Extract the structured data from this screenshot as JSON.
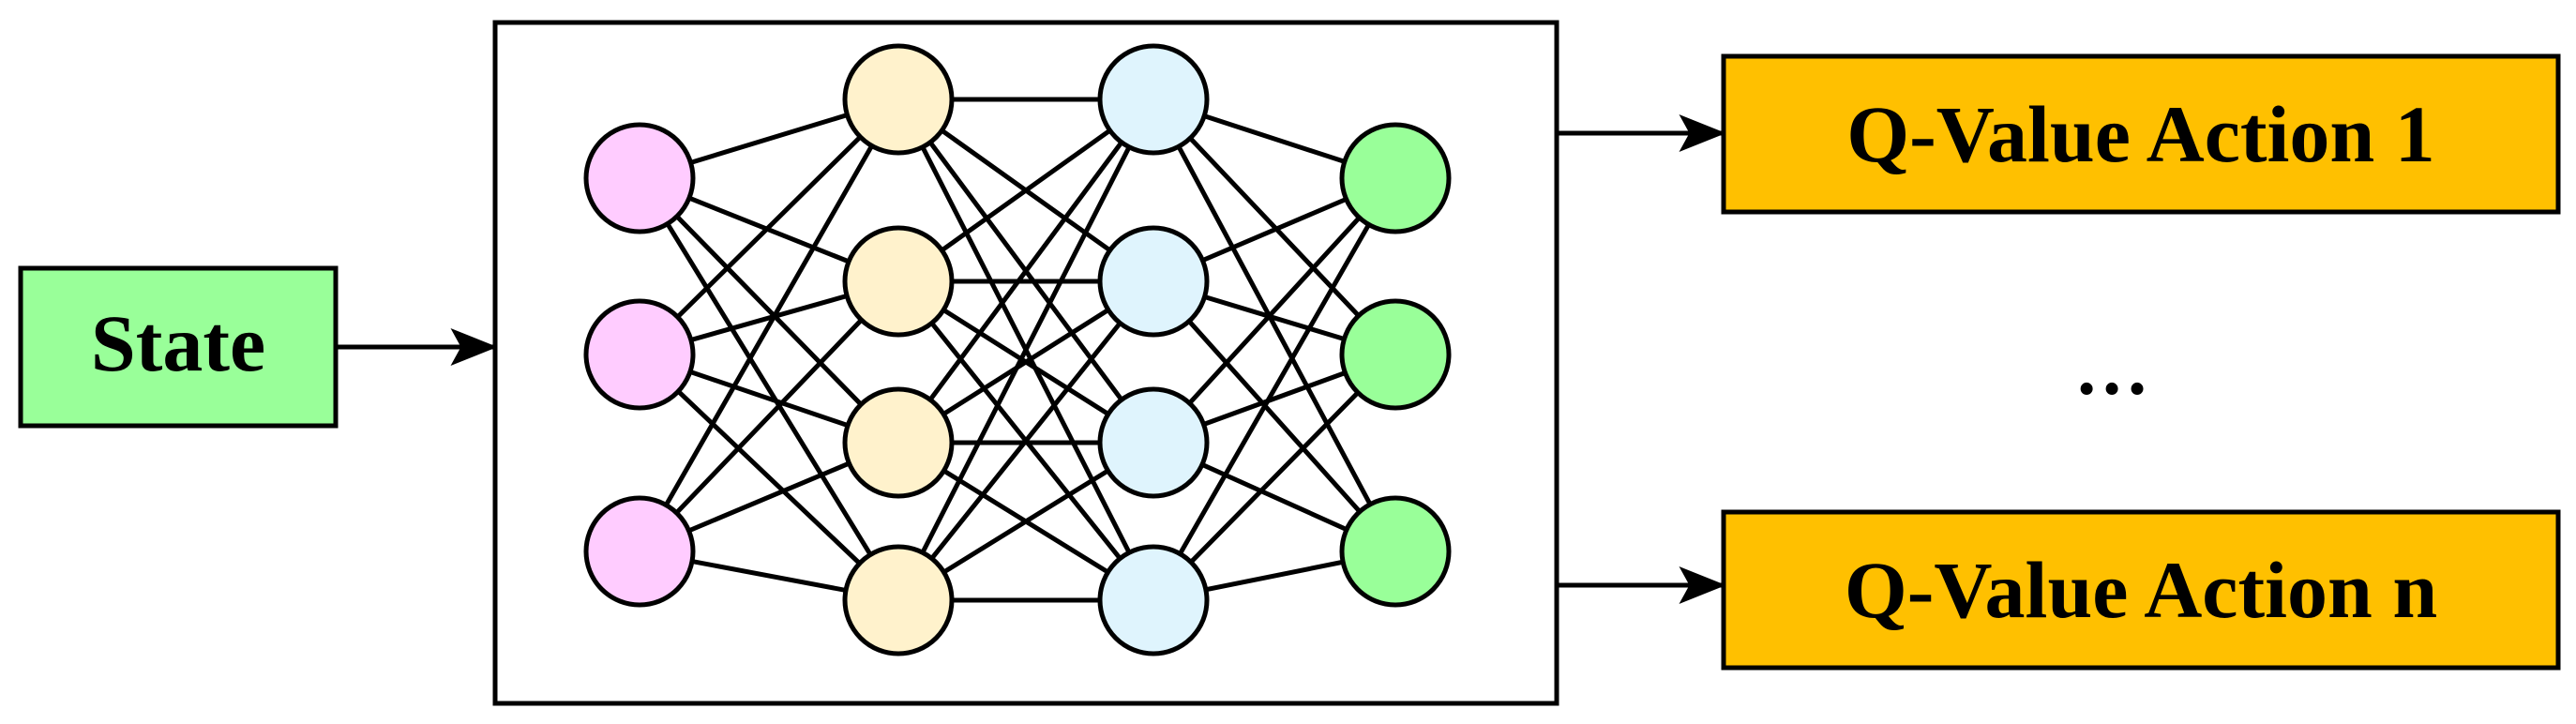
{
  "input": {
    "label": "State",
    "fill": "#99ff99"
  },
  "network": {
    "layers": [
      {
        "nodes": 3,
        "fill": "#ffccff"
      },
      {
        "nodes": 4,
        "fill": "#fff2cc"
      },
      {
        "nodes": 4,
        "fill": "#dff4fd"
      },
      {
        "nodes": 3,
        "fill": "#99ff99"
      }
    ]
  },
  "outputs": [
    {
      "label": "Q-Value Action 1",
      "fill": "#ffc000"
    },
    {
      "label": "Q-Value Action n",
      "fill": "#ffc000"
    }
  ],
  "ellipsis": "…",
  "colors": {
    "stroke": "#000000",
    "background": "#ffffff"
  }
}
